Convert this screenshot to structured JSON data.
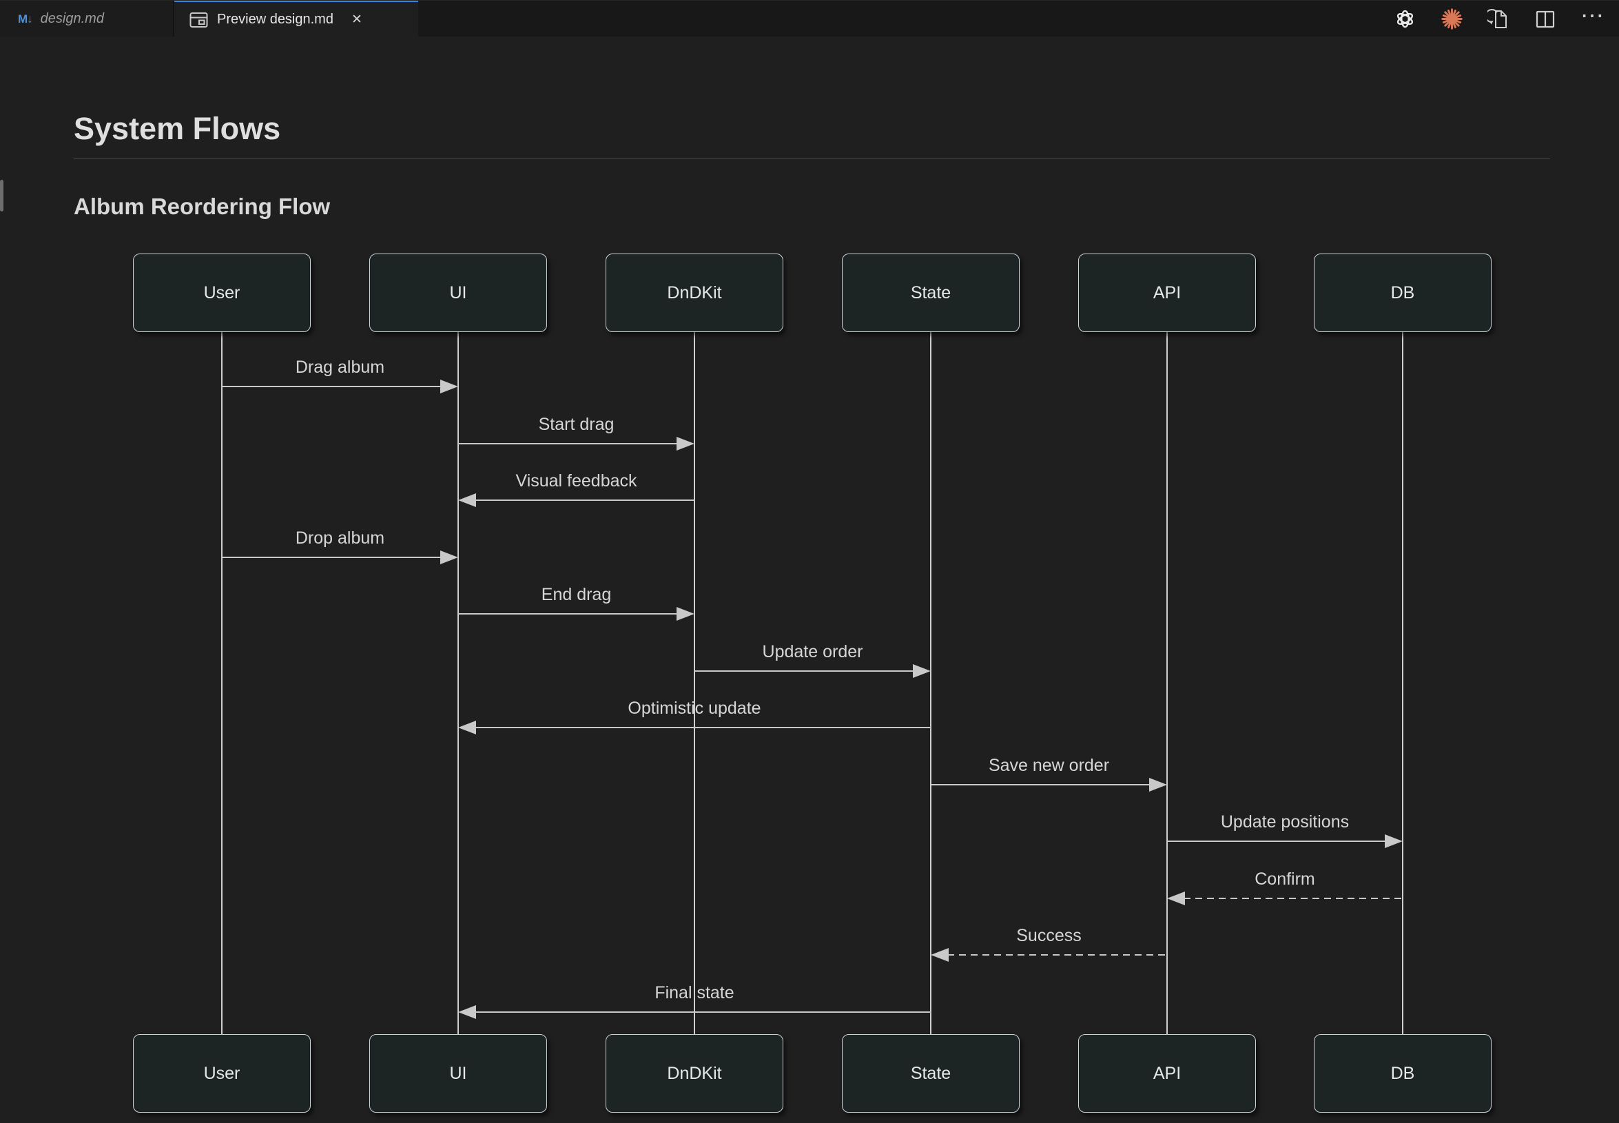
{
  "tab_bar": {
    "tabs": [
      {
        "label": "design.md",
        "icon": "markdown-icon",
        "active": false
      },
      {
        "label": "Preview design.md",
        "icon": "open-preview-icon",
        "active": true
      }
    ],
    "markdown_icon_glyph": "M↓",
    "close_glyph": "✕",
    "more_actions_glyph": "⋯",
    "toolbar_icons": [
      "openai-icon",
      "claude-icon",
      "open-preview-side-icon",
      "split-editor-icon",
      "more-actions-icon"
    ]
  },
  "document": {
    "title": "System Flows",
    "heading": "Album Reordering Flow"
  },
  "diagram": {
    "type": "sequence",
    "actors": [
      "User",
      "UI",
      "DnDKit",
      "State",
      "API",
      "DB"
    ],
    "messages": [
      {
        "label": "Drag album",
        "from": 0,
        "to": 1,
        "line": "solid"
      },
      {
        "label": "Start drag",
        "from": 1,
        "to": 2,
        "line": "solid"
      },
      {
        "label": "Visual feedback",
        "from": 2,
        "to": 1,
        "line": "solid"
      },
      {
        "label": "Drop album",
        "from": 0,
        "to": 1,
        "line": "solid"
      },
      {
        "label": "End drag",
        "from": 1,
        "to": 2,
        "line": "solid"
      },
      {
        "label": "Update order",
        "from": 2,
        "to": 3,
        "line": "solid"
      },
      {
        "label": "Optimistic update",
        "from": 3,
        "to": 1,
        "line": "solid"
      },
      {
        "label": "Save new order",
        "from": 3,
        "to": 4,
        "line": "solid"
      },
      {
        "label": "Update positions",
        "from": 4,
        "to": 5,
        "line": "solid"
      },
      {
        "label": "Confirm",
        "from": 5,
        "to": 4,
        "line": "dashed"
      },
      {
        "label": "Success",
        "from": 4,
        "to": 3,
        "line": "dashed"
      },
      {
        "label": "Final state",
        "from": 3,
        "to": 1,
        "line": "solid"
      }
    ]
  },
  "colors": {
    "background": "#1f1f1f",
    "tab_bar": "#181818",
    "active_tab_accent": "#3584e4",
    "actor_fill": "#1d2524",
    "actor_border": "#ced2d6",
    "diagram_line": "#c9c9c9",
    "message_text": "#d6d6d8",
    "claude_orange": "#d97757",
    "markdown_icon_blue": "#5191d6"
  }
}
